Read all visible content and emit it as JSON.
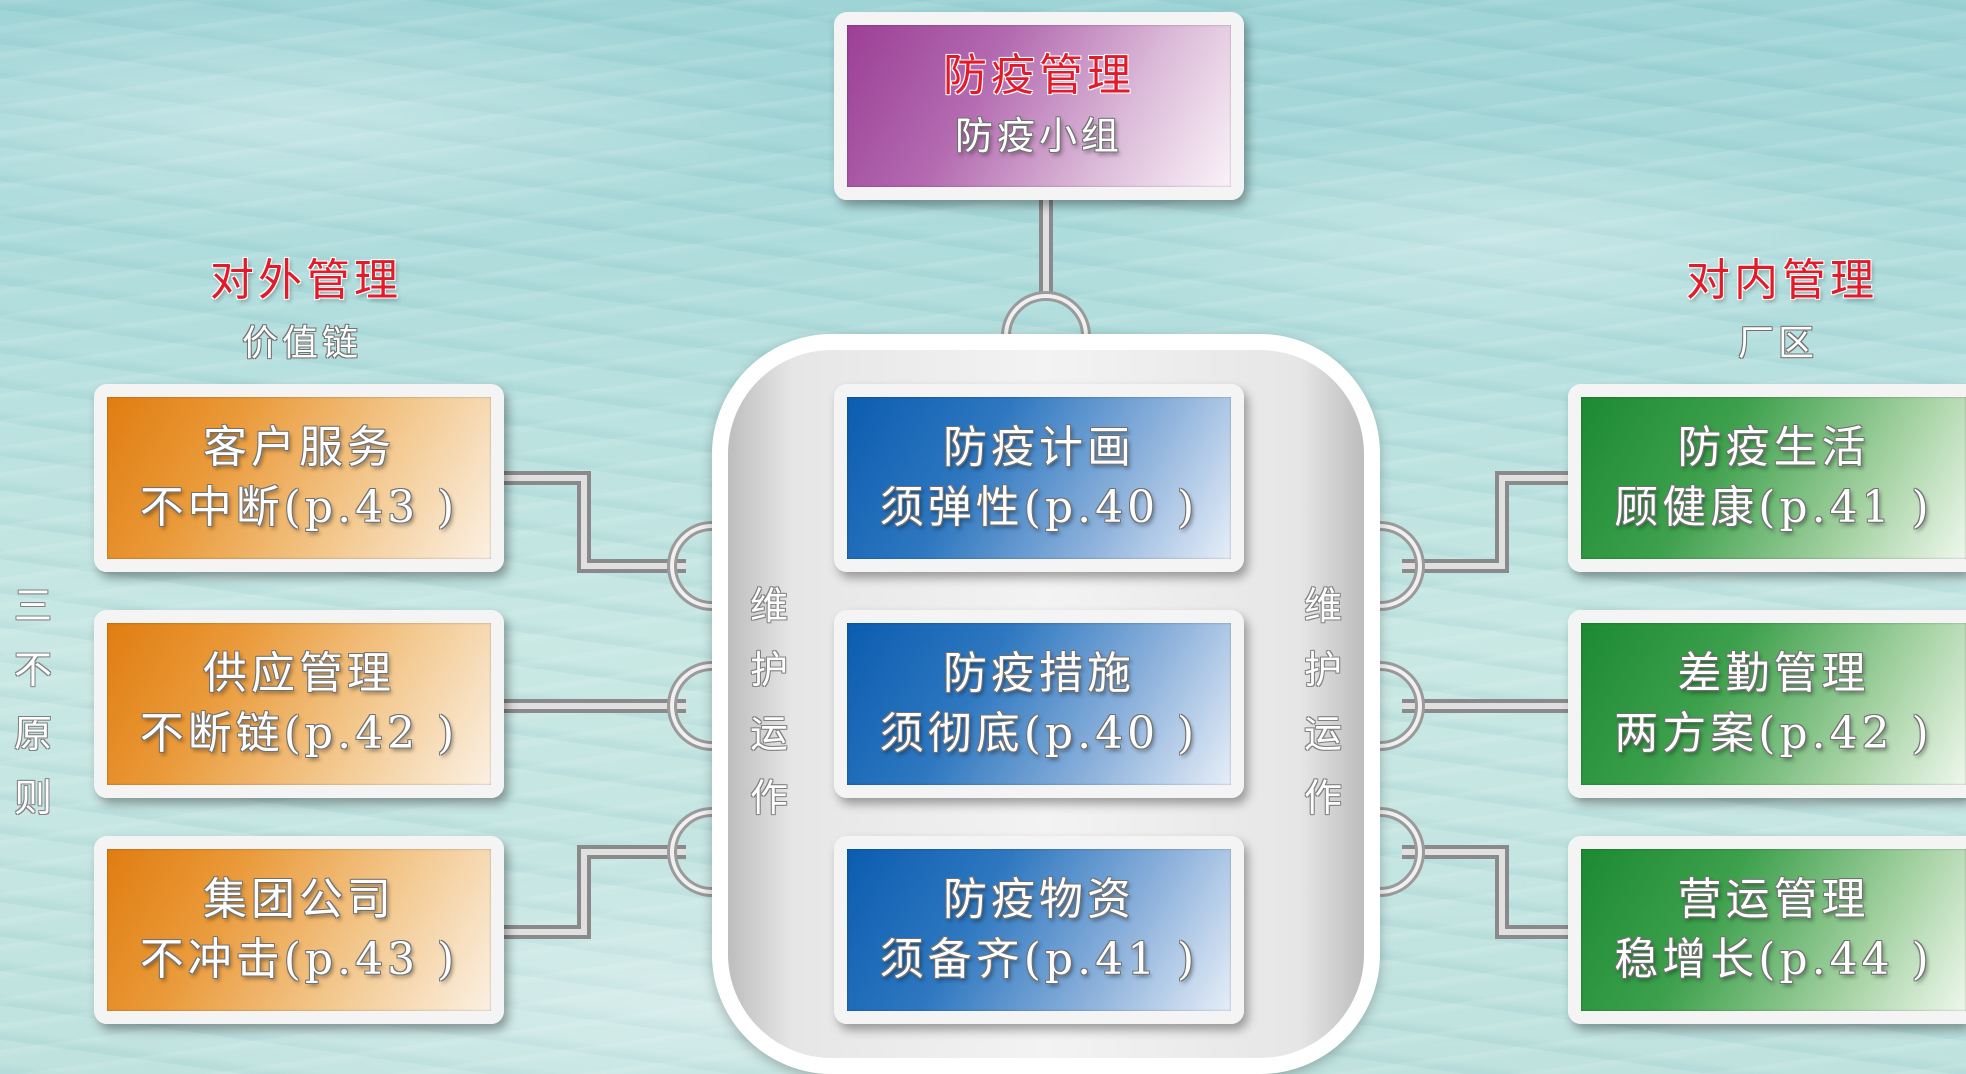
{
  "top": {
    "title": "防疫管理",
    "subtitle": "防疫小组"
  },
  "left": {
    "heading": "对外管理",
    "subheading": "价值链",
    "boxes": [
      {
        "line1": "客户服务",
        "line2": "不中断(p.43 )"
      },
      {
        "line1": "供应管理",
        "line2": "不断链(p.42 )"
      },
      {
        "line1": "集团公司",
        "line2": "不冲击(p.43 )"
      }
    ]
  },
  "center": {
    "boxes": [
      {
        "line1": "防疫计画",
        "line2": "须弹性(p.40 )"
      },
      {
        "line1": "防疫措施",
        "line2": "须彻底(p.40 )"
      },
      {
        "line1": "防疫物资",
        "line2": "须备齐(p.41 )"
      }
    ],
    "left_vertical": [
      "维",
      "护",
      "运",
      "作"
    ],
    "right_vertical": [
      "维",
      "护",
      "运",
      "作"
    ]
  },
  "right": {
    "heading": "对内管理",
    "subheading": "厂区",
    "boxes": [
      {
        "line1": "防疫生活",
        "line2": "顾健康(p.41 )"
      },
      {
        "line1": "差勤管理",
        "line2": "两方案(p.42 )"
      },
      {
        "line1": "营运管理",
        "line2": "稳增长(p.44 )"
      }
    ]
  },
  "side_label": [
    "三",
    "不",
    "原",
    "则"
  ],
  "colors": {
    "orange": "#e07d10",
    "blue": "#0b5cb0",
    "green": "#1c8a33",
    "purple": "#9b3f96",
    "heading_red": "#e21b2a"
  }
}
